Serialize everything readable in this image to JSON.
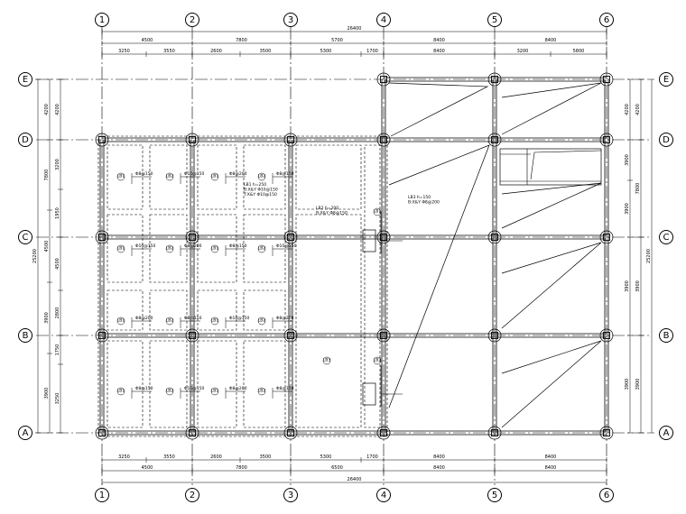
{
  "grid": {
    "x_labels": [
      "1",
      "2",
      "3",
      "4",
      "5",
      "6"
    ],
    "y_labels": [
      "E",
      "D",
      "C",
      "B",
      "A"
    ]
  },
  "dims": {
    "top_overall": "26400",
    "top_row1": [
      "4500",
      "7800",
      "5700",
      "8400",
      "8400"
    ],
    "top_row2": [
      "3250",
      "3550",
      "2600",
      "3500",
      "5300",
      "1700",
      "8400",
      "3200",
      "5800"
    ],
    "bottom_row1": [
      "3250",
      "3550",
      "2600",
      "3500",
      "5300",
      "1700",
      "8400",
      "8400"
    ],
    "bottom_row2": [
      "4500",
      "7800",
      "6500",
      "8400",
      "8400"
    ],
    "bottom_overall": "26400",
    "left_overall": "25200",
    "left_row1": [
      "4200",
      "7800",
      "4500",
      "3900",
      "3900"
    ],
    "left_row2": [
      "4200",
      "3200",
      "1950",
      "4500",
      "2800",
      "1750",
      "3250"
    ],
    "right_overall": "25200",
    "right_row1": [
      "4200",
      "7800",
      "3900",
      "3900"
    ],
    "right_row2": [
      "4200",
      "3900",
      "3900",
      "3900",
      "3900"
    ]
  },
  "slab_marks": [
    "LB1",
    "LB2",
    "LB3"
  ],
  "rebar_notes": [
    "Φ8@150",
    "Φ10@150",
    "Φ8@200"
  ],
  "section_notes": {
    "note_a": [
      "LB1 h=250",
      "B:X&Y Φ10@150",
      "T:X&Y Φ10@150"
    ],
    "note_b": [
      "LB2 h=200",
      "B:X&Y Φ8@150"
    ],
    "note_c": [
      "LB3 h=150",
      "B:X&Y Φ8@200"
    ]
  }
}
